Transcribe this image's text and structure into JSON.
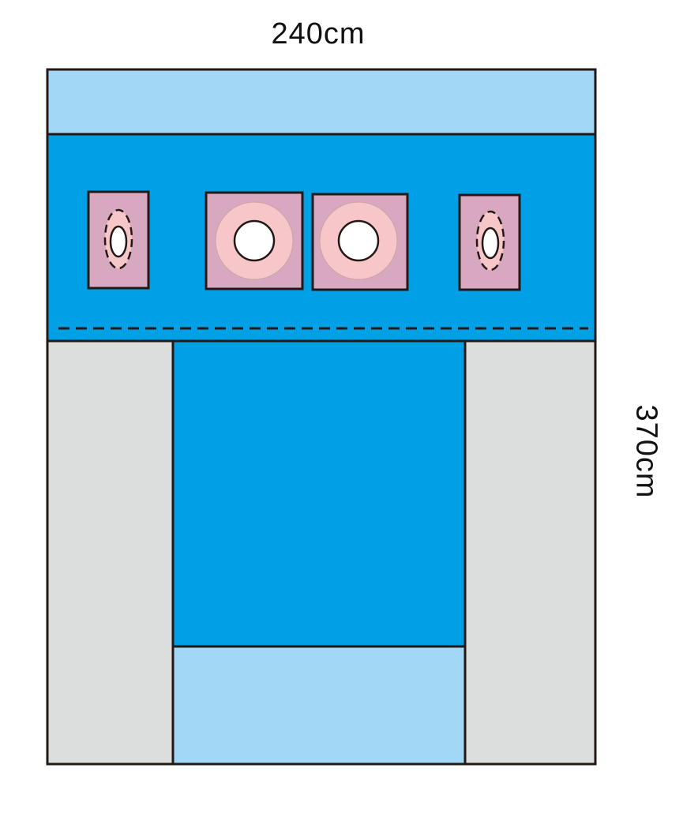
{
  "dimensions": {
    "width_label": "240cm",
    "height_label": "370cm"
  },
  "colors": {
    "light_blue": "#a2d8f5",
    "main_blue": "#00a0e6",
    "gray": "#dcdddd",
    "fenestration_pad": "#d8a8c0",
    "ring_pink": "#f7c6c8",
    "outline": "#231815"
  },
  "fenestrations": [
    {
      "kind": "oval"
    },
    {
      "kind": "circle"
    },
    {
      "kind": "circle"
    },
    {
      "kind": "oval"
    }
  ]
}
